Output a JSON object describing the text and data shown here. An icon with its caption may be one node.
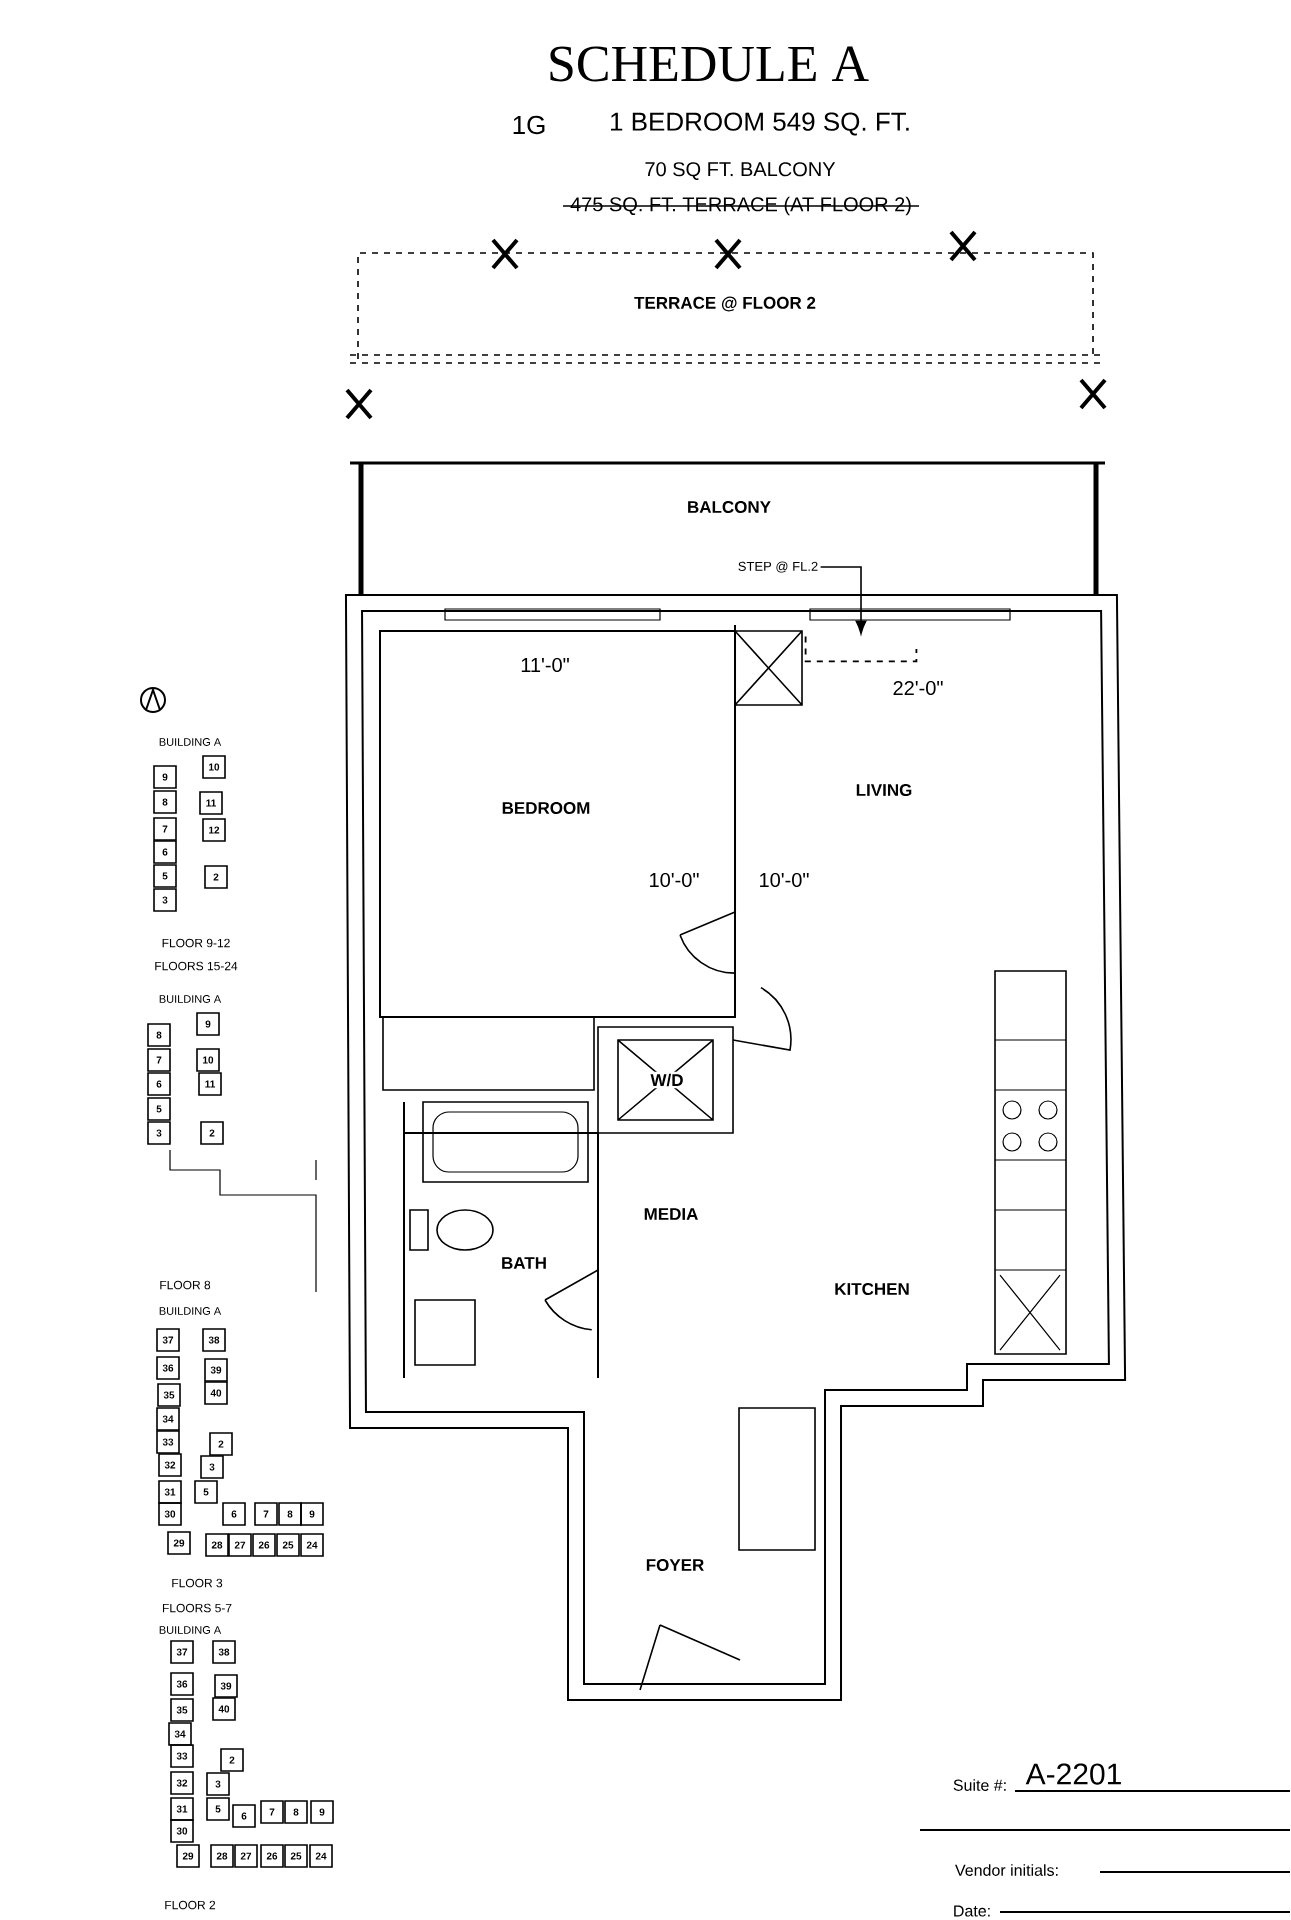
{
  "diagram": {
    "title": "SCHEDULE A",
    "nodes": [
      {
        "text": [
          "STEP @ FL.2"
        ]
      },
      {
        "text": [],
        "shape": "box"
      }
    ],
    "edges": [
      {
        "from": 0,
        "to": 1,
        "arrow": "to"
      }
    ],
    "labels": [
      "1G",
      "1 BEDROOM 549 SQ. FT.",
      "70 SQ FT. BALCONY",
      "475 SQ. FT. TERRACE (AT FLOOR 2)",
      "TERRACE @ FLOOR 2",
      "BALCONY",
      "11'-0\"",
      "22'-0\"",
      "BEDROOM",
      "LIVING",
      "10'-0\"",
      "10'-0\"",
      "W/D",
      "MEDIA",
      "BATH",
      "KITCHEN",
      "FOYER",
      "BUILDING A",
      "10",
      "9",
      "8",
      "11",
      "7",
      "12",
      "6",
      "5",
      "2",
      "3",
      "FLOOR 9-12",
      "FLOORS 15-24",
      "BUILDING A",
      "9",
      "8",
      "7",
      "10",
      "6",
      "11",
      "5",
      "3",
      "2",
      "FLOOR 8",
      "BUILDING A",
      "37",
      "38",
      "36",
      "39",
      "35",
      "40",
      "34",
      "33",
      "2",
      "32",
      "3",
      "31",
      "5",
      "30",
      "6",
      "7",
      "8",
      "9",
      "29",
      "28",
      "27",
      "26",
      "25",
      "24",
      "FLOOR 3",
      "FLOORS 5-7",
      "BUILDING A",
      "37",
      "38",
      "36",
      "39",
      "35",
      "40",
      "34",
      "33",
      "2",
      "32",
      "3",
      "31",
      "5",
      "6",
      "7",
      "8",
      "9",
      "30",
      "29",
      "28",
      "27",
      "26",
      "25",
      "24",
      "FLOOR 2",
      "Suite #:",
      "A-2201",
      "Vendor initials:",
      "Date:"
    ]
  }
}
